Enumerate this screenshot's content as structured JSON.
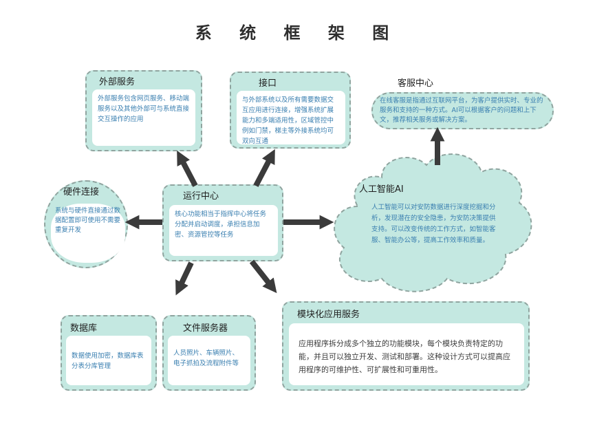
{
  "title": "系 统 框 架 图",
  "nodes": {
    "external": {
      "title": "外部服务",
      "text": "外部服务包含网页服务、移动端服务以及其他外部可与系统直接交互操作的应用"
    },
    "interface": {
      "title": "接口",
      "text": "与外部系统以及所有需要数据交互应用进行连接，增强系统扩展能力和多端适用性，区域管控中例如门禁，梯主等外接系统均可双向互通"
    },
    "customer": {
      "title": "客服中心",
      "text": "在线客服是指通过互联网平台，为客户提供实时、专业的服务和支持的一种方式。AI可以根据客户的问题和上下文，推荐相关服务或解决方案。"
    },
    "hardware": {
      "title": "硬件连接",
      "text": "系统与硬件直接通过数据配置即可使用不需要重复开发"
    },
    "ops": {
      "title": "运行中心",
      "text": "核心功能相当于指挥中心将任务分配并启动调度，承担信息加密、资源管控等任务"
    },
    "ai": {
      "title": "人工智能AI",
      "text": "人工智能可以对安防数据进行深度挖掘和分析，发现潜在的安全隐患，为安防决策提供支持。可以改变传统的工作方式，如智能客服、智能办公等，提高工作效率和质量。"
    },
    "database": {
      "title": "数据库",
      "text": "数据使用加密，数据库表分表分库管理"
    },
    "file": {
      "title": "文件服务器",
      "text": "人员照片、车辆照片、电子抓拍及流程附件等"
    },
    "modular": {
      "title": "模块化应用服务",
      "text": "应用程序拆分成多个独立的功能模块，每个模块负责特定的功能，并且可以独立开发、测试和部署。这种设计方式可以提高应用程序的可维护性、可扩展性和可重用性。"
    }
  },
  "colors": {
    "fill": "#c4e8e1",
    "border": "#8fa49f",
    "arrow": "#3b3b3b",
    "body_text": "#3a7fb0"
  }
}
